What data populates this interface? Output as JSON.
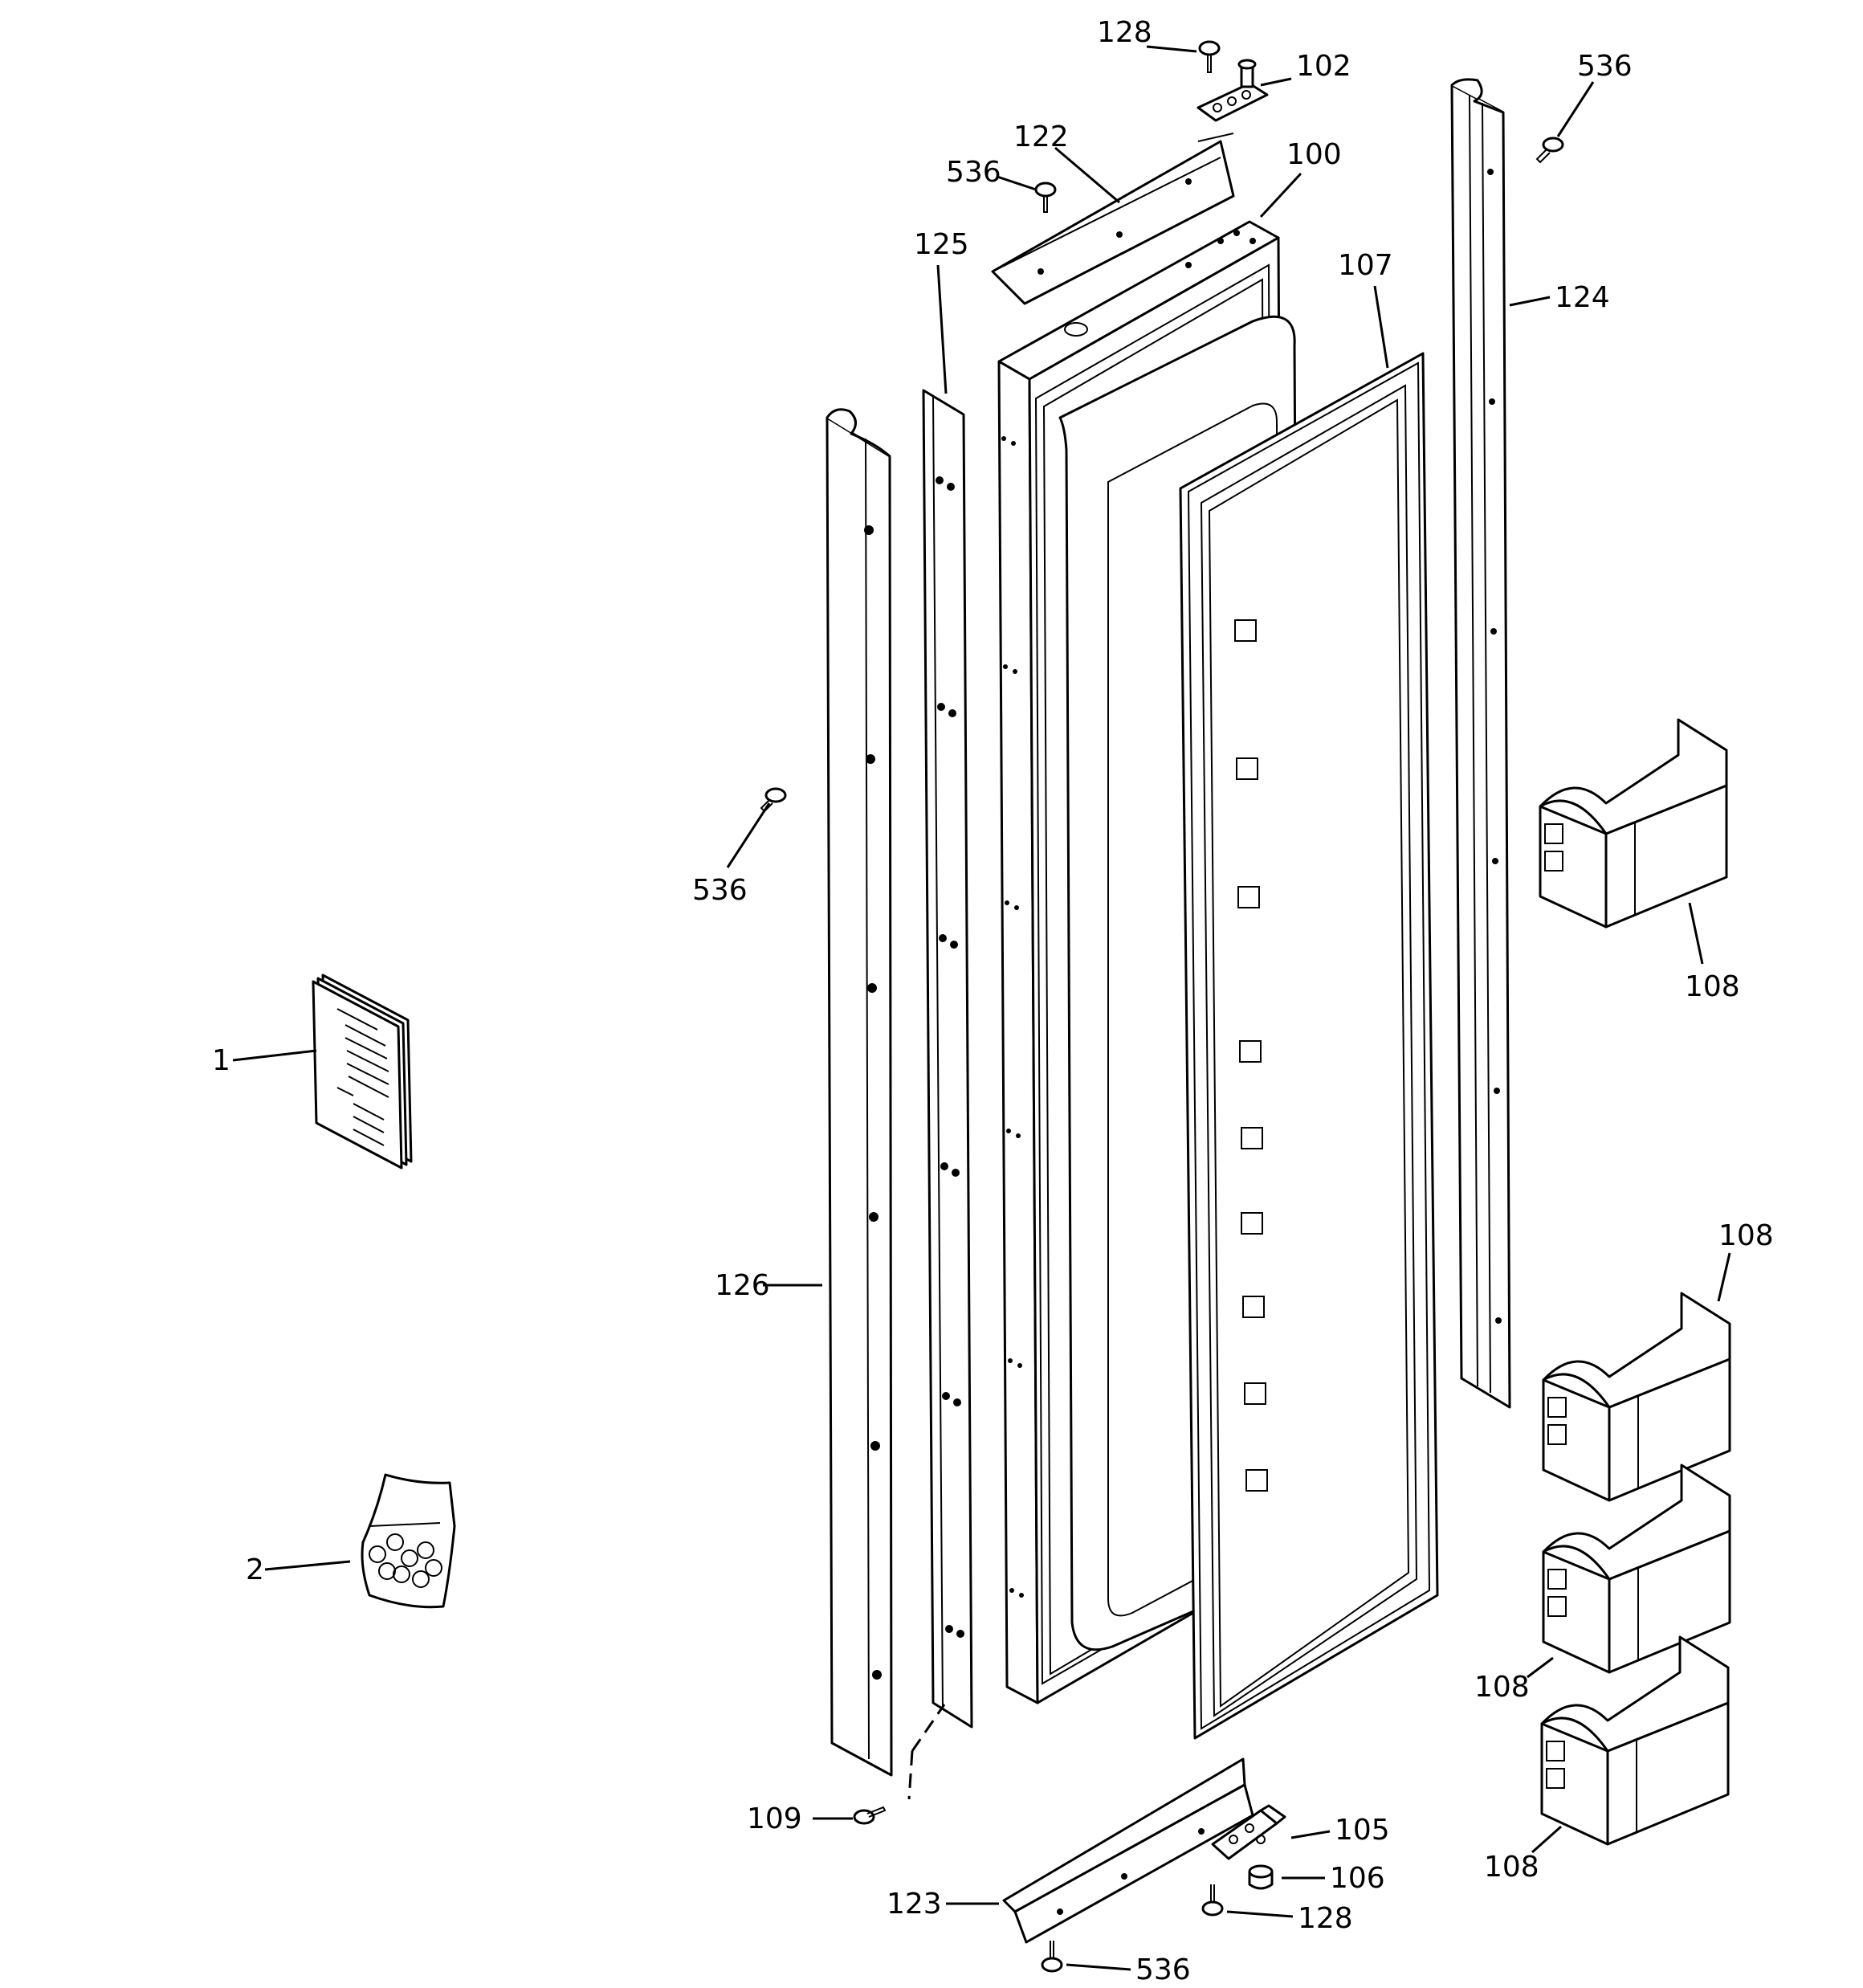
{
  "callouts": {
    "c1": "1",
    "c2": "2",
    "c100": "100",
    "c102": "102",
    "c105": "105",
    "c106": "106",
    "c107": "107",
    "c108a": "108",
    "c108b": "108",
    "c108c": "108",
    "c108d": "108",
    "c109": "109",
    "c122": "122",
    "c123": "123",
    "c124": "124",
    "c125": "125",
    "c126": "126",
    "c128a": "128",
    "c128b": "128",
    "c536a": "536",
    "c536b": "536",
    "c536c": "536",
    "c536d": "536"
  }
}
